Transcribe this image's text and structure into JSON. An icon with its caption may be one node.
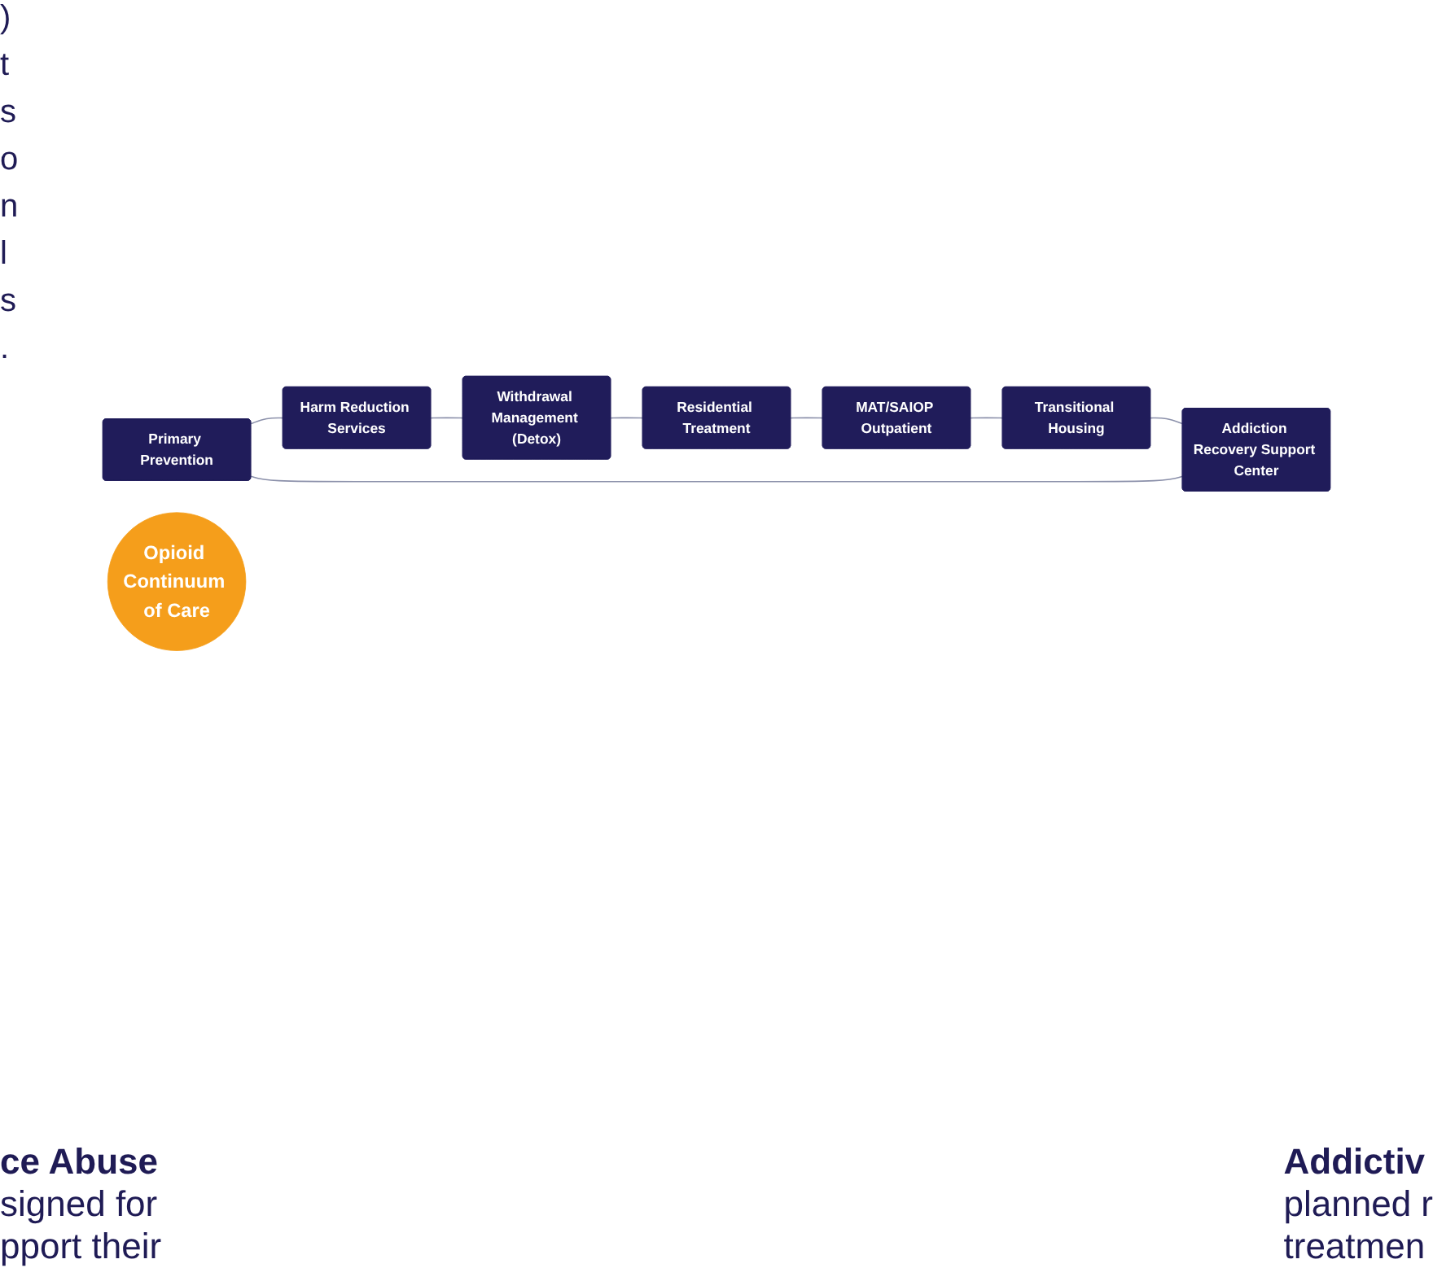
{
  "diagram": {
    "nodes": [
      {
        "text": [
          "Primary Prevention"
        ]
      },
      {
        "text": [
          "Addiction Recovery Support Center"
        ]
      },
      {
        "text": [
          "Harm Reduction Services"
        ]
      },
      {
        "text": [
          "Opioid Continuum of Care"
        ]
      },
      {
        "text": [
          "Withdrawal Management (Detox)"
        ]
      },
      {
        "text": [
          "Transitional Housing"
        ]
      },
      {
        "text": [
          "MAT/SAIOP Outpatient"
        ]
      },
      {
        "text": [
          "Residential Treatment"
        ]
      }
    ],
    "edges": [
      {
        "from": 0,
        "to": 2,
        "arrow": "none"
      },
      {
        "from": 2,
        "to": 4,
        "arrow": "none"
      },
      {
        "from": 4,
        "to": 7,
        "arrow": "none"
      },
      {
        "from": 7,
        "to": 6,
        "arrow": "none"
      },
      {
        "from": 6,
        "to": 5,
        "arrow": "none"
      },
      {
        "from": 5,
        "to": 1,
        "arrow": "none"
      },
      {
        "from": 1,
        "to": 0,
        "arrow": "none"
      }
    ],
    "labels": [
      ")",
      "t",
      "s",
      "o",
      "n",
      "l",
      "s",
      ".",
      "ce Abuse",
      "signed for",
      "pport their",
      "Addictiv",
      "planned r",
      "treatmen"
    ]
  }
}
